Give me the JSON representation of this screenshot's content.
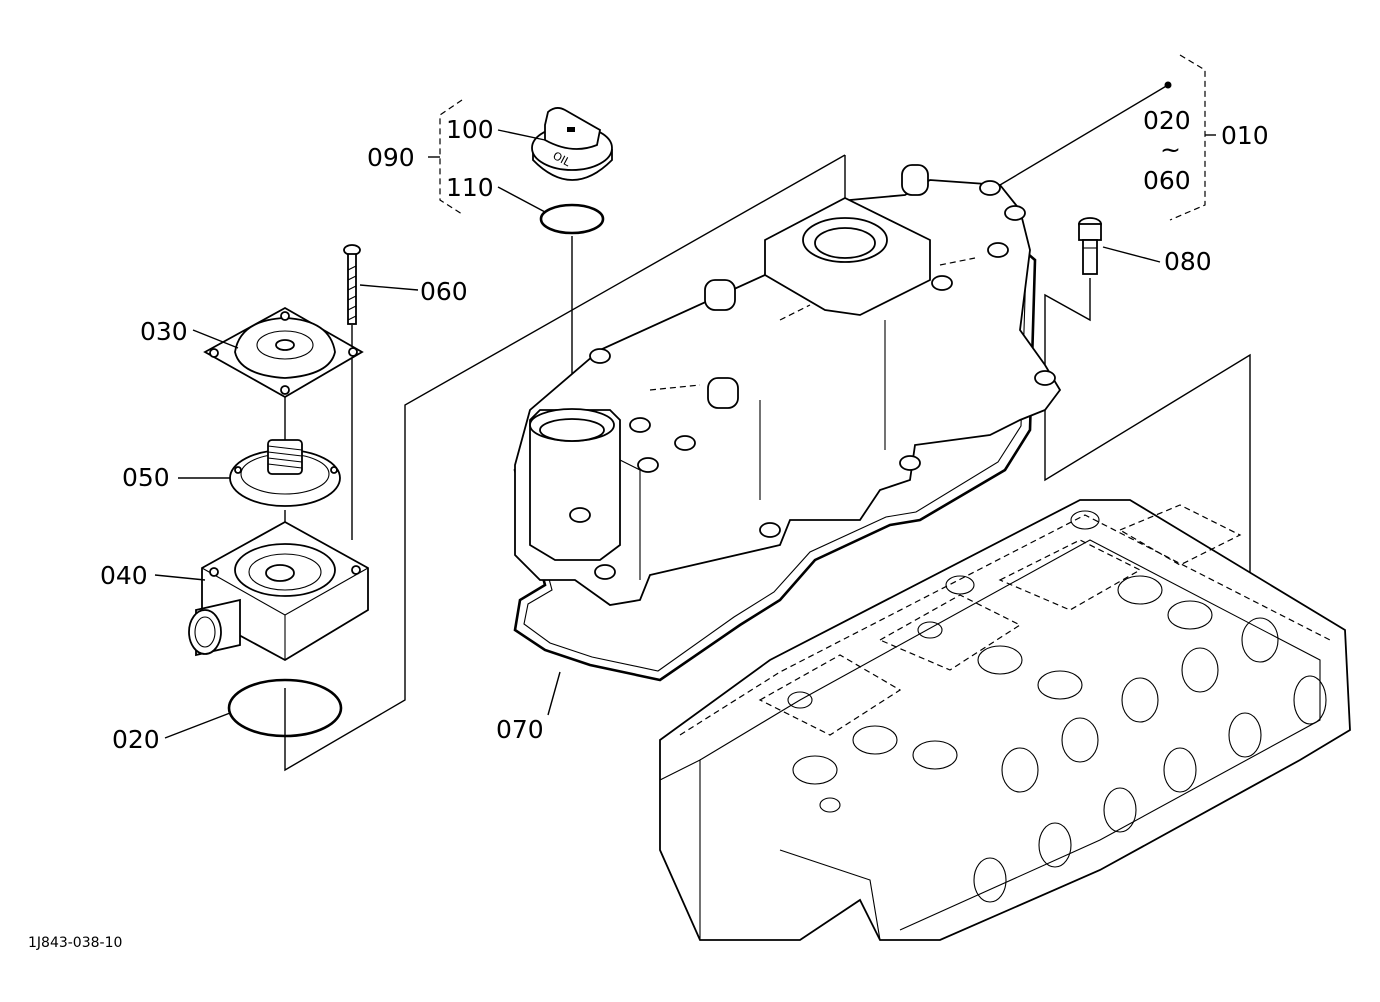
{
  "figure": {
    "code": "1J843-038-10"
  },
  "callouts": {
    "p010": "010",
    "p020": "020",
    "p030": "030",
    "p040": "040",
    "p050": "050",
    "p060": "060",
    "p070": "070",
    "p080": "080",
    "p090": "090",
    "p100": "100",
    "p110": "110"
  },
  "group_010": {
    "from": "020",
    "tilde": "~",
    "to": "060"
  },
  "oil_cap_text": "OIL"
}
